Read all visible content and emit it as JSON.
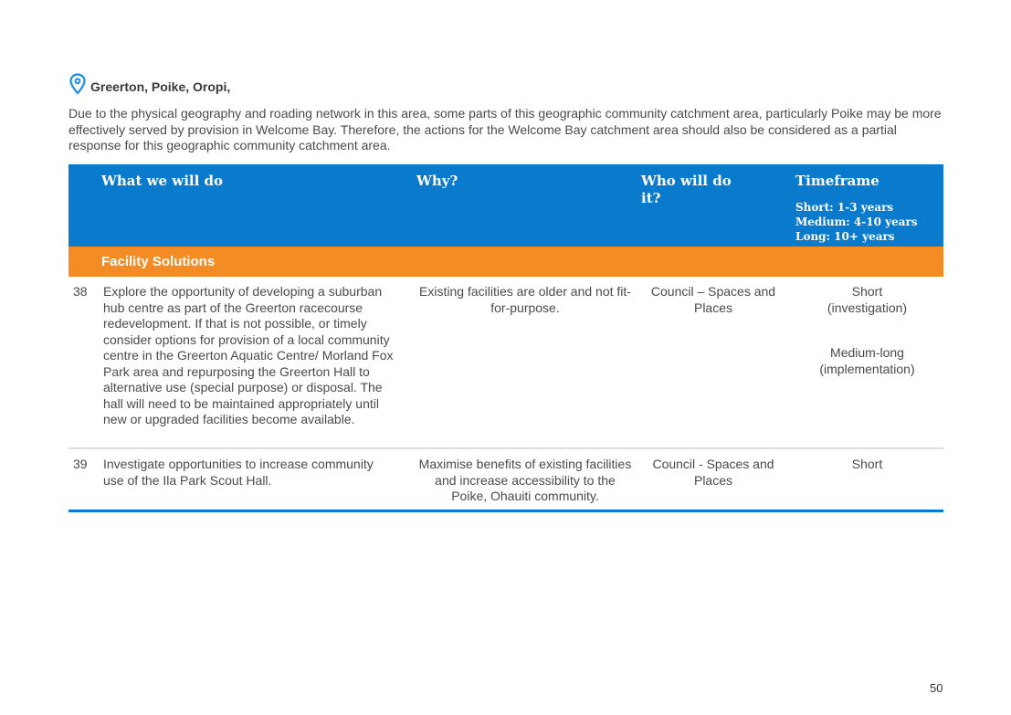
{
  "heading": {
    "icon": "location-pin-icon",
    "title": "Greerton, Poike, Oropi,"
  },
  "intro": "Due to the physical geography and roading network in this area, some parts of this geographic community catchment area, particularly Poike may be more effectively served by provision in Welcome Bay. Therefore, the actions for the Welcome Bay catchment area should also be considered as a partial response for this geographic community catchment area.",
  "table": {
    "headers": {
      "what": "What we will do",
      "why": "Why?",
      "who": "Who will do it?",
      "timeframe": "Timeframe",
      "timeframe_short": "Short: 1-3 years",
      "timeframe_medium": "Medium: 4-10 years",
      "timeframe_long": "Long: 10+ years"
    },
    "section": "Facility Solutions",
    "rows": [
      {
        "num": "38",
        "what": "Explore the opportunity of developing a suburban hub centre as part of the Greerton racecourse redevelopment. If that is not possible, or timely consider options for provision of a local community centre in the Greerton Aquatic Centre/ Morland Fox Park area and repurposing the Greerton Hall to alternative use (special purpose) or disposal. The hall will need to be maintained appropriately until new or upgraded facilities become available.",
        "why": "Existing facilities are older and not fit-for-purpose.",
        "who": "Council – Spaces and Places",
        "time_1": "Short (investigation)",
        "time_2": "Medium-long (implementation)"
      },
      {
        "num": "39",
        "what": "Investigate opportunities to increase community use of the Ila Park Scout Hall.",
        "why": "Maximise benefits of existing facilities and increase accessibility to the Poike, Ohauiti community.",
        "who": "Council - Spaces and Places",
        "time_1": "Short"
      }
    ]
  },
  "page_number": "50",
  "colors": {
    "header_blue": "#0a7bcc",
    "section_orange": "#f48c25",
    "pin_blue": "#1a8fe0"
  }
}
